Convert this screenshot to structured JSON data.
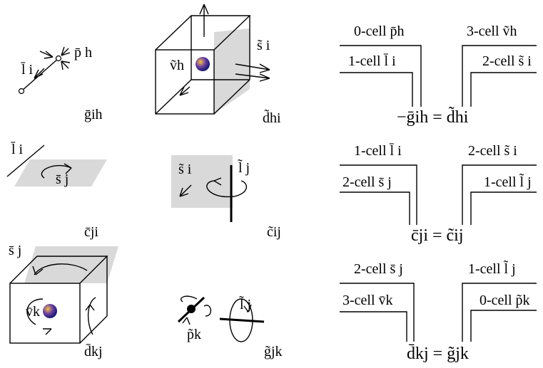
{
  "diagram": {
    "bg_color": "#ffffff",
    "face_color": "#d9d9d9",
    "sphere_colors": [
      "#f2c14e",
      "#6a3fa0",
      "#1a1a6e"
    ],
    "rows": [
      {
        "left_labels": {
          "a": "l̄ i",
          "b": "p̄ h",
          "caption": "ḡih"
        },
        "mid_labels": {
          "a": "ṽh",
          "b": "s̃ i",
          "caption": "d̃hi"
        },
        "right": {
          "top_left": "0-cell p̄h",
          "inner_left": "1-cell l̄ i",
          "top_right": "3-cell ṽh",
          "inner_right": "2-cell s̃ i",
          "equation": "−ḡih = d̃hi"
        }
      },
      {
        "left_labels": {
          "a": "l̄ i",
          "b": "s̄ j",
          "caption": "c̄ji"
        },
        "mid_labels": {
          "a": "s̃ i",
          "b": "l̃ j",
          "caption": "c̃ij"
        },
        "right": {
          "top_left": "1-cell l̄ i",
          "inner_left": "2-cell s̄ j",
          "top_right": "2-cell s̃ i",
          "inner_right": "1-cell l̃ j",
          "equation": "c̄ji = c̃ij"
        }
      },
      {
        "left_labels": {
          "a": "s̄ j",
          "b": "v̄k",
          "caption": "d̄kj"
        },
        "mid_labels": {
          "a": "p̃k",
          "b": "l̃ j",
          "caption": "g̃jk"
        },
        "right": {
          "top_left": "2-cell s̄ j",
          "inner_left": "3-cell v̄k",
          "top_right": "1-cell l̃ j",
          "inner_right": "0-cell p̃k",
          "equation": "d̄kj = g̃jk"
        }
      }
    ]
  }
}
